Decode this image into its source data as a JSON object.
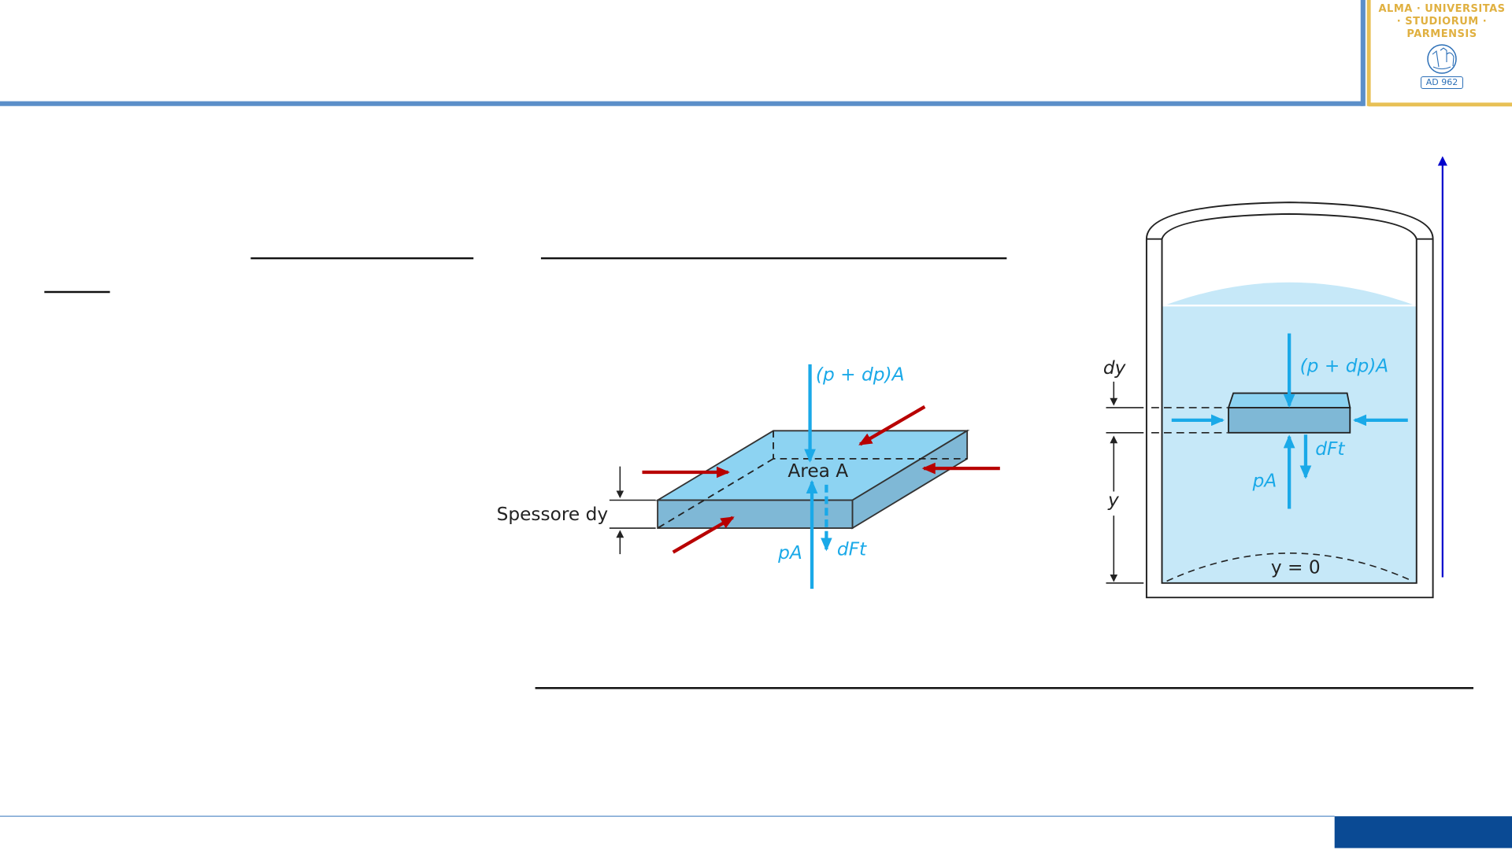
{
  "logo": {
    "ring_text": "ALMA · UNIVERSITAS · STUDIORUM · PARMENSIS",
    "banner_text": "AD 962"
  },
  "slab_diagram": {
    "top_force": "(p + dp)A",
    "area_label": "Area A",
    "thickness_label": "Spessore dy",
    "bottom_force": "pA",
    "weight_force": "dFt"
  },
  "tank_diagram": {
    "top_force": "(p + dp)A",
    "dy_label": "dy",
    "y_label": "y",
    "bottom_force": "pA",
    "weight_force": "dFt",
    "origin_label": "y = 0"
  },
  "colors": {
    "header_blue": "#5b8fc9",
    "logo_gold": "#e8c055",
    "footer_blue": "#0a4a94",
    "force_blue": "#1aa9e8",
    "pressure_red": "#b80000",
    "fluid": "#c6e8f8"
  }
}
